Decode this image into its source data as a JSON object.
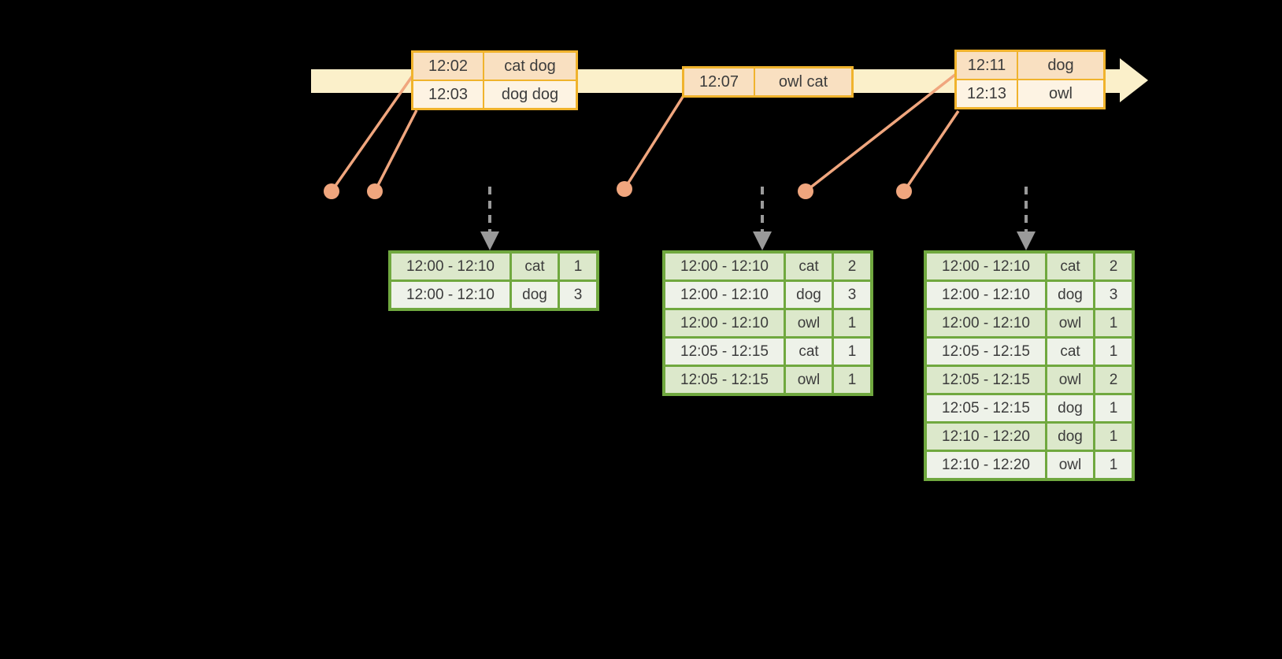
{
  "colors": {
    "background": "#000000",
    "timeline_band": "#FBF0CA",
    "event_table_border": "#F0B32D",
    "event_row_dark": "#F9E0C1",
    "event_row_light": "#FDF3E3",
    "marker": "#F0A67E",
    "trigger_arrow": "#9A9A9A",
    "result_table_border": "#70A83F",
    "result_row_dark": "#DCE8CB",
    "result_row_light": "#EEF2E9",
    "text": "#3C3C3C"
  },
  "event_tables": [
    {
      "rows": [
        [
          "12:02",
          "cat dog"
        ],
        [
          "12:03",
          "dog dog"
        ]
      ]
    },
    {
      "rows": [
        [
          "12:07",
          "owl cat"
        ]
      ]
    },
    {
      "rows": [
        [
          "12:11",
          "dog"
        ],
        [
          "12:13",
          "owl"
        ]
      ]
    }
  ],
  "result_tables": [
    {
      "rows": [
        [
          "12:00 - 12:10",
          "cat",
          "1"
        ],
        [
          "12:00 - 12:10",
          "dog",
          "3"
        ]
      ]
    },
    {
      "rows": [
        [
          "12:00 - 12:10",
          "cat",
          "2"
        ],
        [
          "12:00 - 12:10",
          "dog",
          "3"
        ],
        [
          "12:00 - 12:10",
          "owl",
          "1"
        ],
        [
          "12:05 - 12:15",
          "cat",
          "1"
        ],
        [
          "12:05 - 12:15",
          "owl",
          "1"
        ]
      ]
    },
    {
      "rows": [
        [
          "12:00 - 12:10",
          "cat",
          "2"
        ],
        [
          "12:00 - 12:10",
          "dog",
          "3"
        ],
        [
          "12:00 - 12:10",
          "owl",
          "1"
        ],
        [
          "12:05 - 12:15",
          "cat",
          "1"
        ],
        [
          "12:05 - 12:15",
          "owl",
          "2"
        ],
        [
          "12:05 - 12:15",
          "dog",
          "1"
        ],
        [
          "12:10 - 12:20",
          "dog",
          "1"
        ],
        [
          "12:10 - 12:20",
          "owl",
          "1"
        ]
      ]
    }
  ]
}
